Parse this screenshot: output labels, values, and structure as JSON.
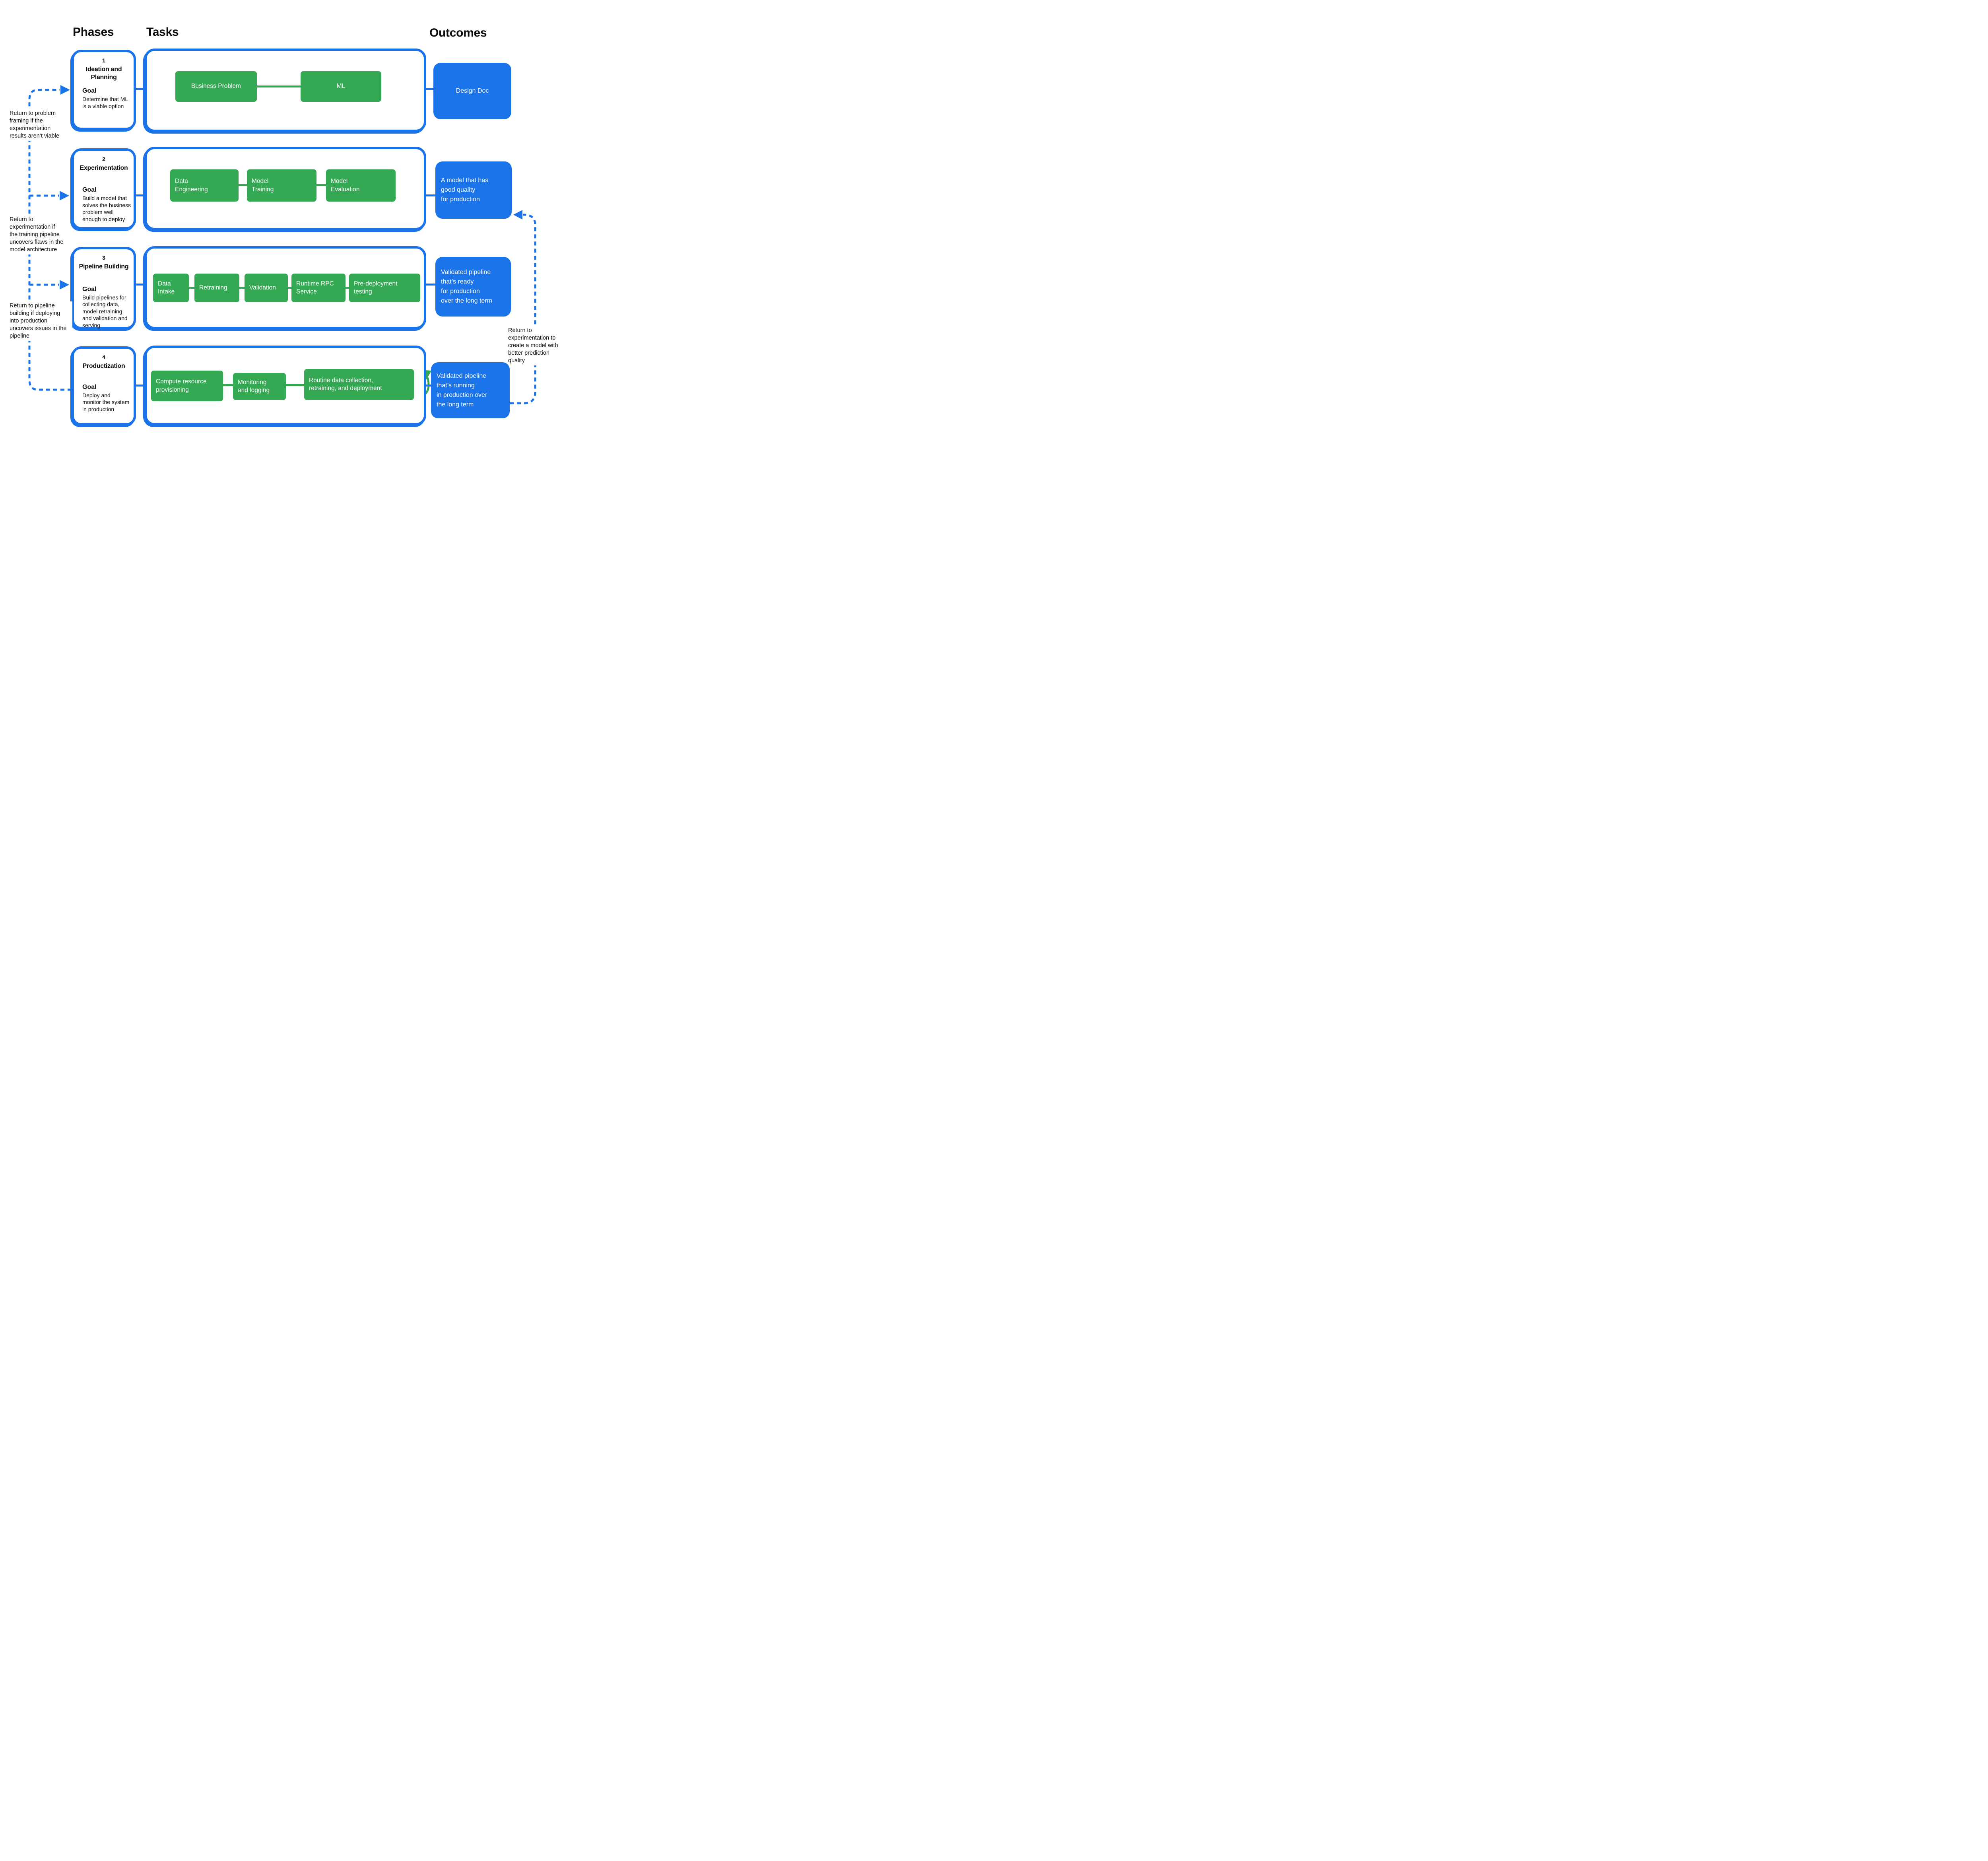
{
  "header": {
    "phases_label": "Phases",
    "tasks_label": "Tasks",
    "outcomes_label": "Outcomes"
  },
  "colors": {
    "task_green": "#34A853",
    "accent_blue": "#1A73E8"
  },
  "phases": [
    {
      "number": "1",
      "title": "Ideation and\nPlanning",
      "goal_label": "Goal",
      "goal": "Determine that ML\nis a viable option",
      "tasks": [
        "Business Problem",
        "ML"
      ],
      "outcome": "Design Doc"
    },
    {
      "number": "2",
      "title": "Experimentation",
      "goal_label": "Goal",
      "goal": "Build a model that\nsolves the business\nproblem well\nenough to deploy",
      "tasks": [
        "Data\nEngineering",
        "Model\nTraining",
        "Model\nEvaluation"
      ],
      "outcome": "A model that has\ngood quality\nfor production"
    },
    {
      "number": "3",
      "title": "Pipeline Building",
      "goal_label": "Goal",
      "goal": "Build pipelines for\ncollecting data,\nmodel retraining\nand validation and\nserving",
      "tasks": [
        "Data\nIntake",
        "Retraining",
        "Validation",
        "Runtime RPC\nService",
        "Pre-deployment\ntesting"
      ],
      "outcome": "Validated pipeline\nthat’s ready\nfor production\nover the long term"
    },
    {
      "number": "4",
      "title": "Productization",
      "goal_label": "Goal",
      "goal": "Deploy and\nmonitor the system\nin production",
      "tasks": [
        "Compute resource\nprovisioning",
        "Monitoring\nand logging",
        "Routine data collection,\nretraining, and deployment"
      ],
      "outcome": "Validated pipeline\nthat’s running\nin production over\nthe long term"
    }
  ],
  "annotations": {
    "left": [
      "Return to problem\nframing if the\nexperimentation\nresults aren’t viable",
      "Return to\nexperimentation if\nthe training pipeline\nuncovers flaws in the\nmodel architecture",
      "Return to pipeline\nbuilding if deploying\ninto production\nuncovers issues in the\npipeline"
    ],
    "right": "Return to\nexperimentation to\ncreate a model with\nbetter prediction\nquality"
  }
}
